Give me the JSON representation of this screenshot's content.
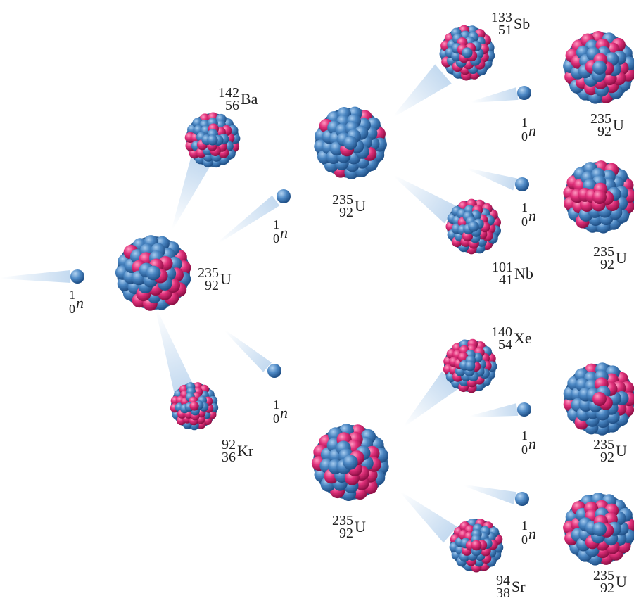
{
  "symbols": {
    "neutron": "n",
    "uranium": "U",
    "barium": "Ba",
    "krypton": "Kr",
    "antimony": "Sb",
    "niobium": "Nb",
    "xenon": "Xe",
    "strontium": "Sr"
  },
  "neutron_label": {
    "mass": "1",
    "z": "0",
    "sym": "n"
  },
  "labels": {
    "u_start": {
      "mass": "235",
      "z": "92",
      "sym": "U"
    },
    "ba": {
      "mass": "142",
      "z": "56",
      "sym": "Ba"
    },
    "kr": {
      "mass": "92",
      "z": "36",
      "sym": "Kr"
    },
    "u_top": {
      "mass": "235",
      "z": "92",
      "sym": "U"
    },
    "u_bottom": {
      "mass": "235",
      "z": "92",
      "sym": "U"
    },
    "sb": {
      "mass": "133",
      "z": "51",
      "sym": "Sb"
    },
    "nb": {
      "mass": "101",
      "z": "41",
      "sym": "Nb"
    },
    "xe": {
      "mass": "140",
      "z": "54",
      "sym": "Xe"
    },
    "sr": {
      "mass": "94",
      "z": "38",
      "sym": "Sr"
    },
    "u_r1": {
      "mass": "235",
      "z": "92",
      "sym": "U"
    },
    "u_r2": {
      "mass": "235",
      "z": "92",
      "sym": "U"
    },
    "u_r3": {
      "mass": "235",
      "z": "92",
      "sym": "U"
    },
    "u_r4": {
      "mass": "235",
      "z": "92",
      "sym": "U"
    }
  },
  "colors": {
    "nucleon_blue": "#3f79b4",
    "nucleon_pink": "#d8286f",
    "trail": "#9cc1e6"
  }
}
